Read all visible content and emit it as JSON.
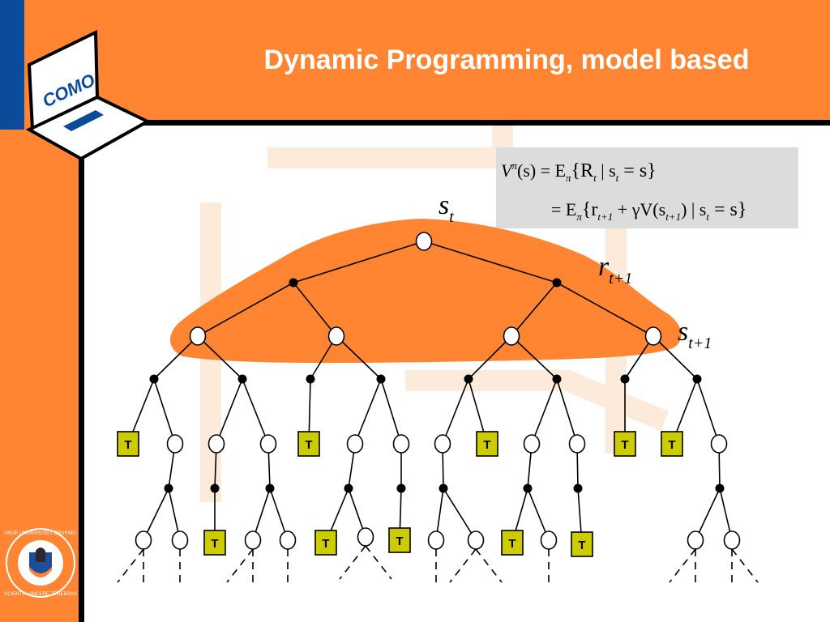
{
  "slide": {
    "title": "Dynamic Programming, model based",
    "logo_text": "COMO",
    "seal_text_top": "VRIJE UNIVERSITEIT BRUSSEL",
    "seal_text_bottom": "SCIENTIA VINCERE TENEBRAS"
  },
  "colors": {
    "orange": "#FF8533",
    "dark_blue": "#0A4C9A",
    "terminal_fill": "#CCCC00",
    "formula_bg": "#DCDCDC"
  },
  "formula": {
    "line1": [
      "V",
      "π",
      "(s) = E",
      "π",
      "{R",
      "t",
      " | s",
      "t",
      " = s}"
    ],
    "line2": [
      "= E",
      "π",
      "{r",
      "t+1",
      " + γV(s",
      "t+1",
      ") | s",
      "t",
      " = s}"
    ]
  },
  "labels": {
    "state_t": {
      "base": "s",
      "sub": "t"
    },
    "reward": {
      "base": "r",
      "sub": "t+1"
    },
    "state_t1": {
      "base": "s",
      "sub": "t+1"
    }
  },
  "terminal_label": "T"
}
